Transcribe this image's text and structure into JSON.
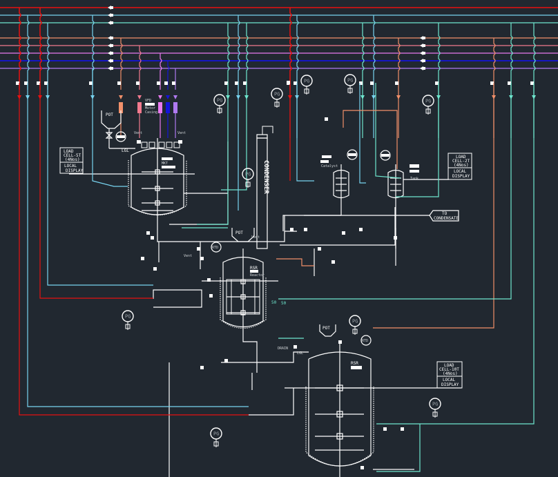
{
  "drawing": {
    "type": "P&ID - Reactor system",
    "background": "#212830"
  },
  "utility_headers": [
    {
      "id": "h1",
      "color": "#e81010"
    },
    {
      "id": "h2",
      "color": "#78d4f0"
    },
    {
      "id": "h3",
      "color": "#6fe8cf"
    },
    {
      "id": "h4",
      "color": "#f2906a"
    },
    {
      "id": "h5",
      "color": "#f27a8e"
    },
    {
      "id": "h6",
      "color": "#ea7af0"
    },
    {
      "id": "h7",
      "color": "#1414d8"
    },
    {
      "id": "h8",
      "color": "#b07af0"
    }
  ],
  "labels": {
    "pot": "POT",
    "pg": "PG",
    "rtd": "RTD",
    "vfd": "VFD",
    "motor": "Motor",
    "casing": "Casing",
    "vent": "Vent",
    "lgl": "LGL",
    "condenser": "CONDENSER",
    "catalyst": "Catalyst",
    "tank": "Tank",
    "reactor": "Reactor",
    "rsr": "RSR",
    "to_condensate_1": "TO",
    "to_condensate_2": "CONDENSATE",
    "size_50": "50",
    "drain": "DRAIN",
    "mkt": "MKT"
  },
  "load_cells": [
    {
      "l1": "LOAD",
      "l2": "CELL-5T",
      "l3": "(4Nos)",
      "d1": "LOCAL",
      "d2": "DISPLAY"
    },
    {
      "l1": "LOAD",
      "l2": "CELL-2T",
      "l3": "(4Nos)",
      "d1": "LOCAL",
      "d2": "DISPLAY"
    },
    {
      "l1": "LOAD",
      "l2": "CELL-10T",
      "l3": "(4Nos)",
      "d1": "LOCAL",
      "d2": "DISPLAY"
    }
  ]
}
